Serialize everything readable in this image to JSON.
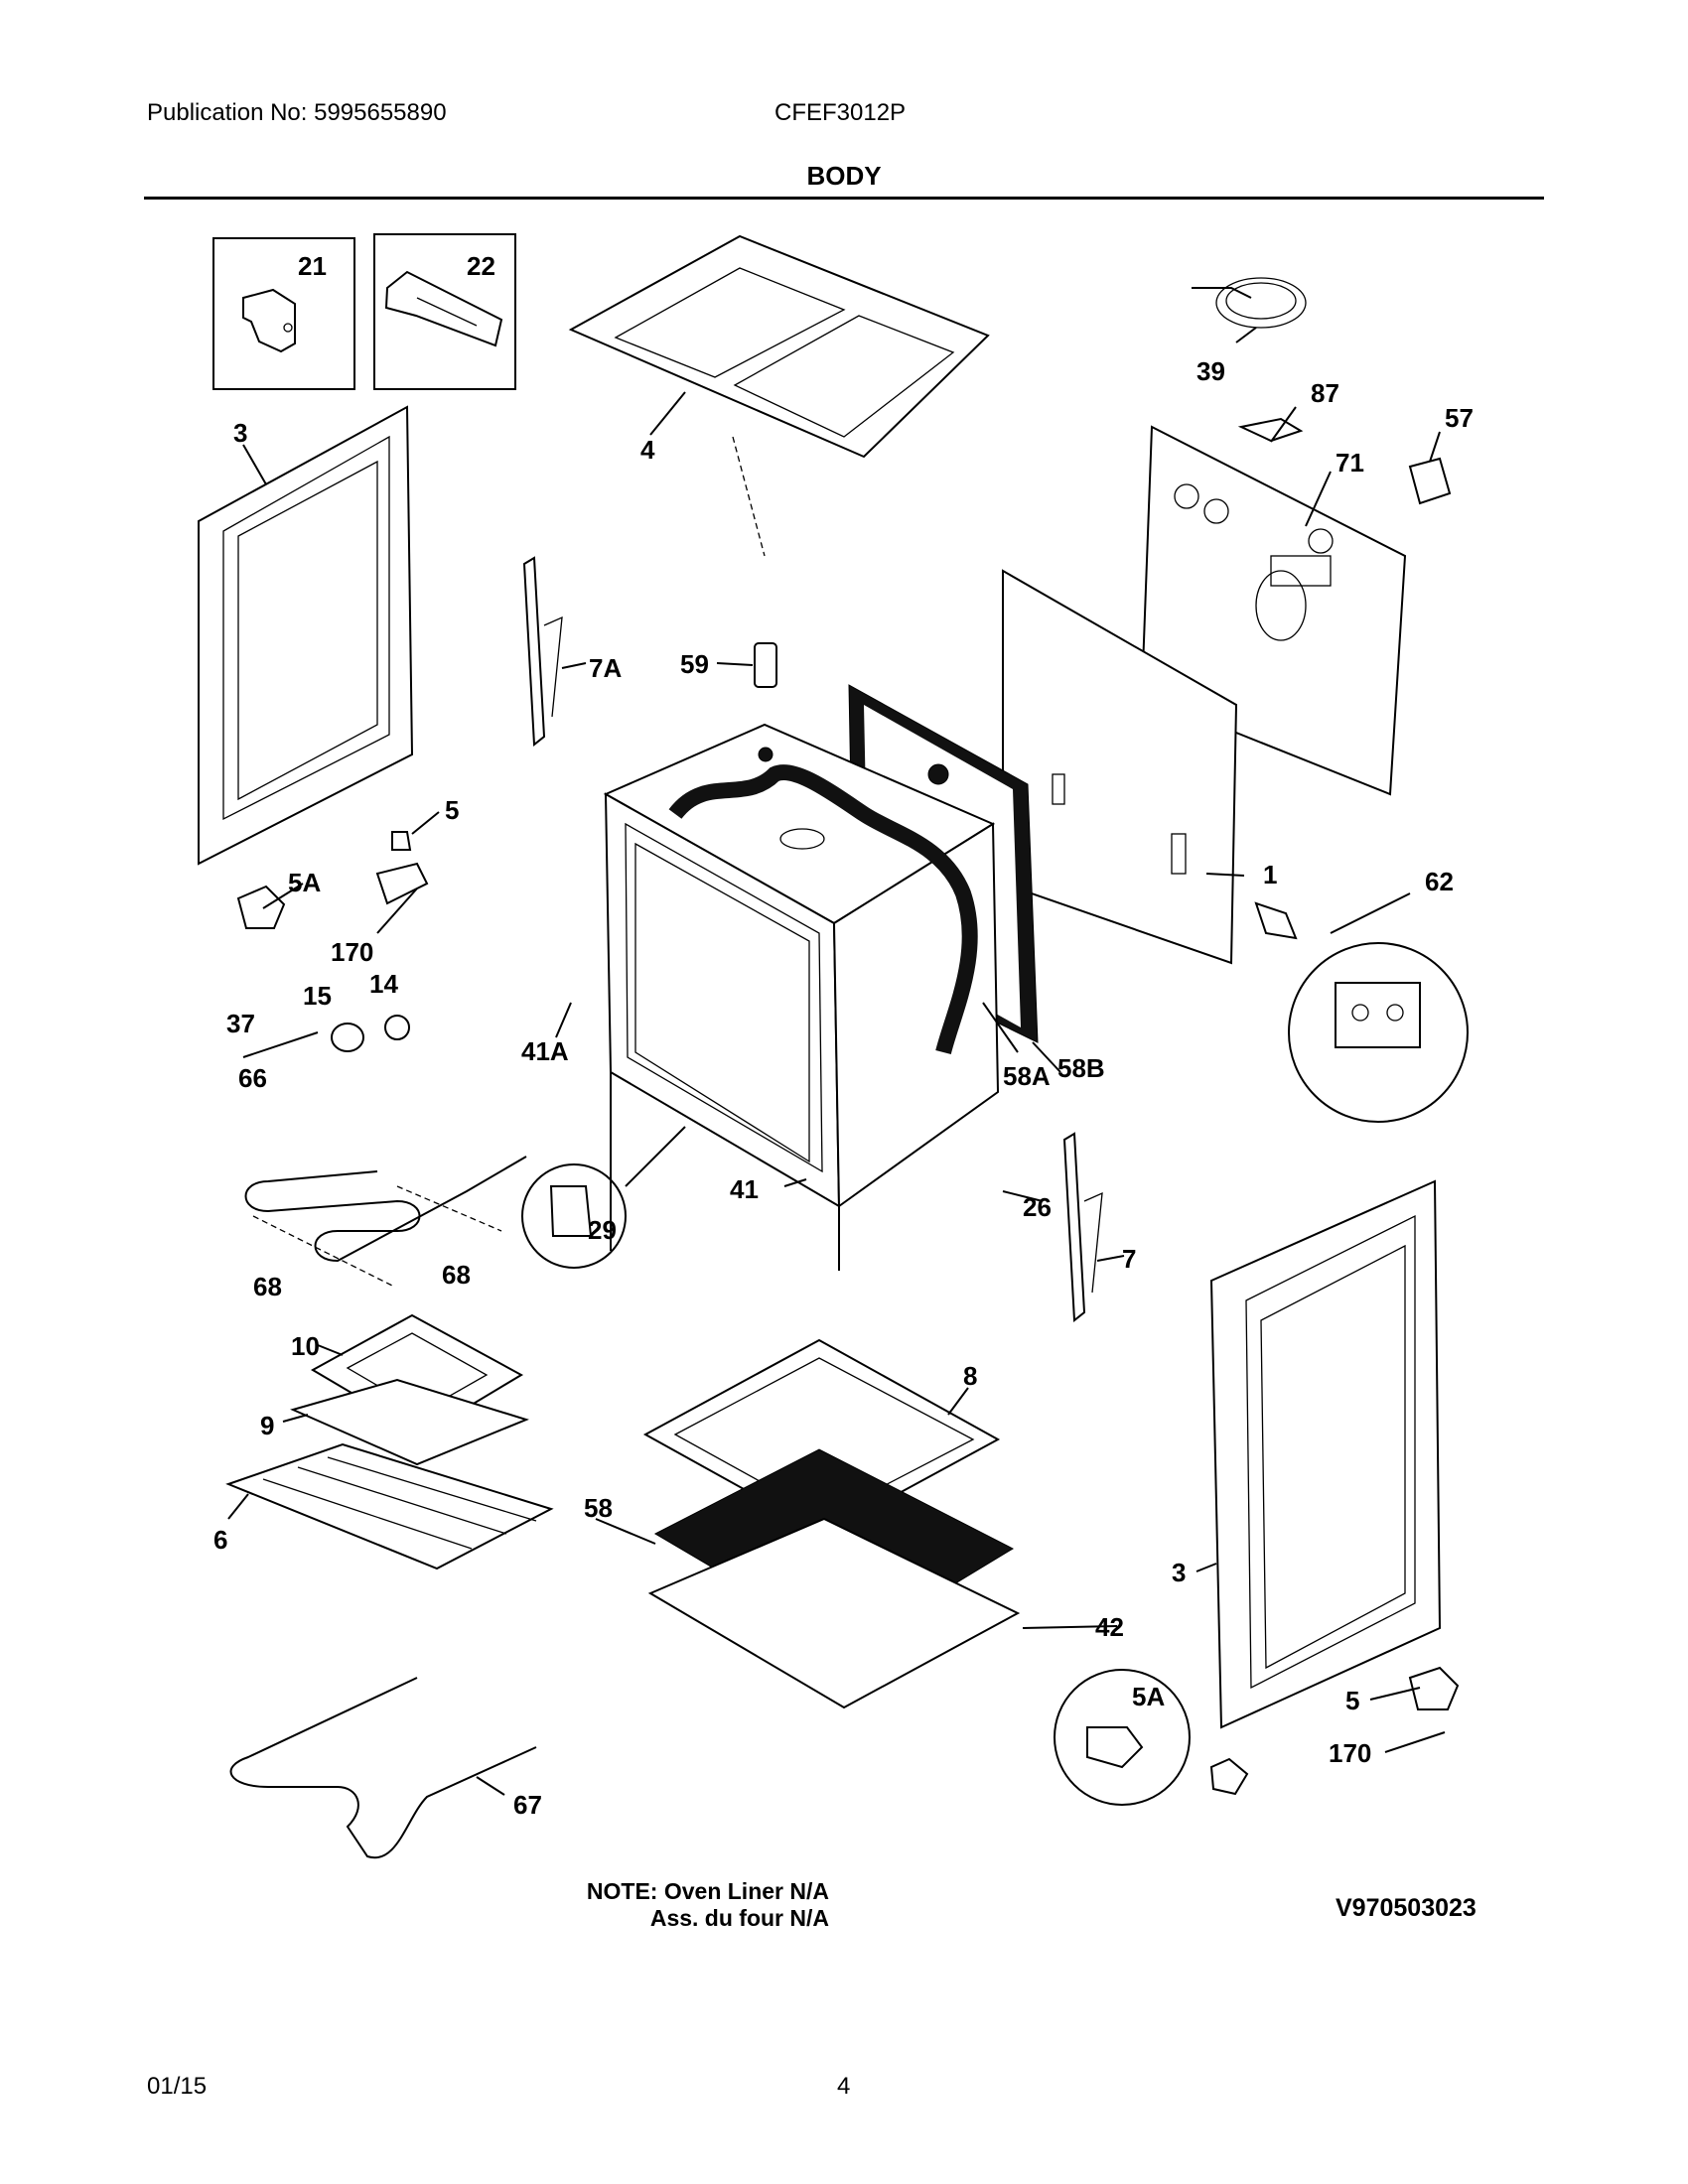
{
  "header": {
    "publication": "Publication No: 5995655890",
    "model": "CFEF3012P",
    "section_title": "BODY"
  },
  "callouts": {
    "c21": "21",
    "c22": "22",
    "c39": "39",
    "c87": "87",
    "c57": "57",
    "c3_left": "3",
    "c4": "4",
    "c71": "71",
    "c7A": "7A",
    "c59": "59",
    "c5_left": "5",
    "c5A_left": "5A",
    "c170_left": "170",
    "c1": "1",
    "c62": "62",
    "c15": "15",
    "c14": "14",
    "c37": "37",
    "c41A": "41A",
    "c58A": "58A",
    "c58B": "58B",
    "c66": "66",
    "c29": "29",
    "c41": "41",
    "c26": "26",
    "c7": "7",
    "c68_left": "68",
    "c68_right": "68",
    "c10": "10",
    "c9": "9",
    "c6": "6",
    "c8": "8",
    "c58": "58",
    "c42": "42",
    "c3_right": "3",
    "c5A_right": "5A",
    "c5_right": "5",
    "c170_right": "170",
    "c67": "67"
  },
  "note": {
    "line1": "NOTE: Oven Liner N/A",
    "line2": "Ass. du four N/A"
  },
  "diagram_code": "V970503023",
  "footer": {
    "date": "01/15",
    "page": "4"
  }
}
